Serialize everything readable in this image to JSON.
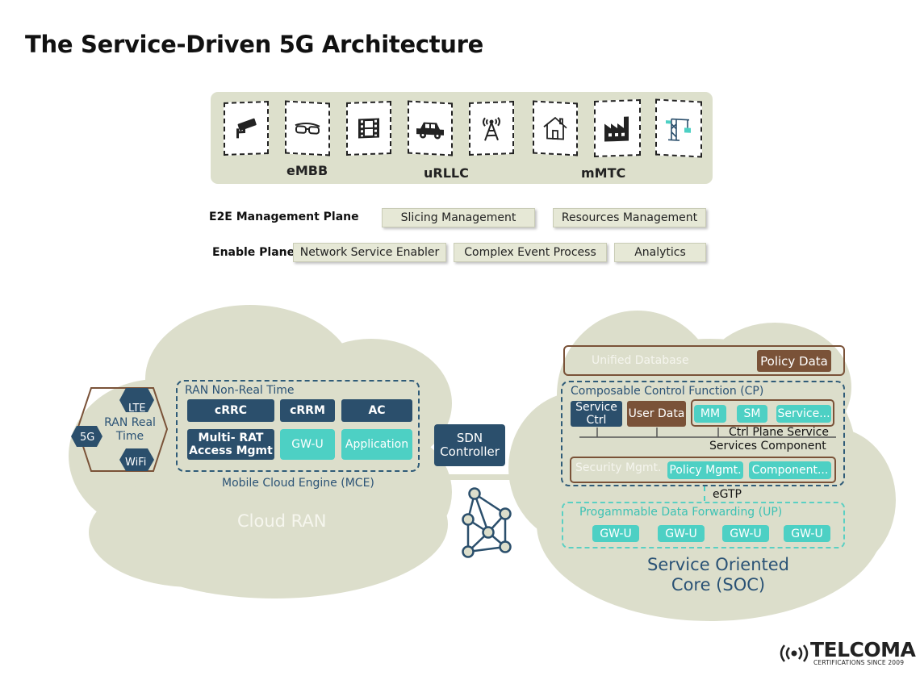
{
  "title": "The Service-Driven 5G Architecture",
  "use_cases": {
    "icons": [
      "cctv-camera-icon",
      "vr-glasses-icon",
      "film-strip-icon",
      "car-icon",
      "cell-tower-icon",
      "house-icon",
      "factory-icon",
      "crane-icon"
    ],
    "labels": [
      "eMBB",
      "uRLLC",
      "mMTC"
    ]
  },
  "management_plane": {
    "label": "E2E Management Plane",
    "items": [
      "Slicing Management",
      "Resources Management"
    ]
  },
  "enable_plane": {
    "label": "Enable Plane",
    "items": [
      "Network Service Enabler",
      "Complex Event Process",
      "Analytics"
    ]
  },
  "cloud_ran": {
    "label": "Cloud RAN",
    "ran_real_time": "RAN Real Time",
    "lte": "LTE",
    "five_g": "5G",
    "wifi": "WiFi",
    "rnrt_label": "RAN Non-Real Time",
    "crrc": "cRRC",
    "crrm": "cRRM",
    "ac": "AC",
    "multi_rat": "Multi- RAT Access Mgmt",
    "gwu": "GW-U",
    "application": "Application",
    "mce_label": "Mobile Cloud Engine (MCE)"
  },
  "sdn_controller": "SDN Controller",
  "soc": {
    "unified_db": "Unified Database",
    "policy_data": "Policy Data",
    "ccf_label": "Composable Control Function (CP)",
    "service_ctrl": "Service Ctrl",
    "user_data": "User Data",
    "mm": "MM",
    "sm": "SM",
    "service": "Service...",
    "ctrl_plane_service": "Ctrl Plane Service",
    "services_component": "Services Component",
    "security_mgmt": "Security Mgmt.",
    "policy_mgmt": "Policy Mgmt.",
    "component": "Component...",
    "egtp": "eGTP",
    "up_label": "Progammable Data Forwarding (UP)",
    "gwu_items": [
      "GW-U",
      "GW-U",
      "GW-U",
      "GW-U"
    ],
    "label": "Service  Oriented Core (SOC)"
  },
  "logo": {
    "name": "TELCOMA",
    "tagline": "CERTIFICATIONS SINCE 2009"
  },
  "colors": {
    "cloud": "#dcdecb",
    "navy": "#2b4f6c",
    "teal": "#4dd0c4",
    "brown": "#7a5238",
    "panel": "#dde0cc"
  }
}
